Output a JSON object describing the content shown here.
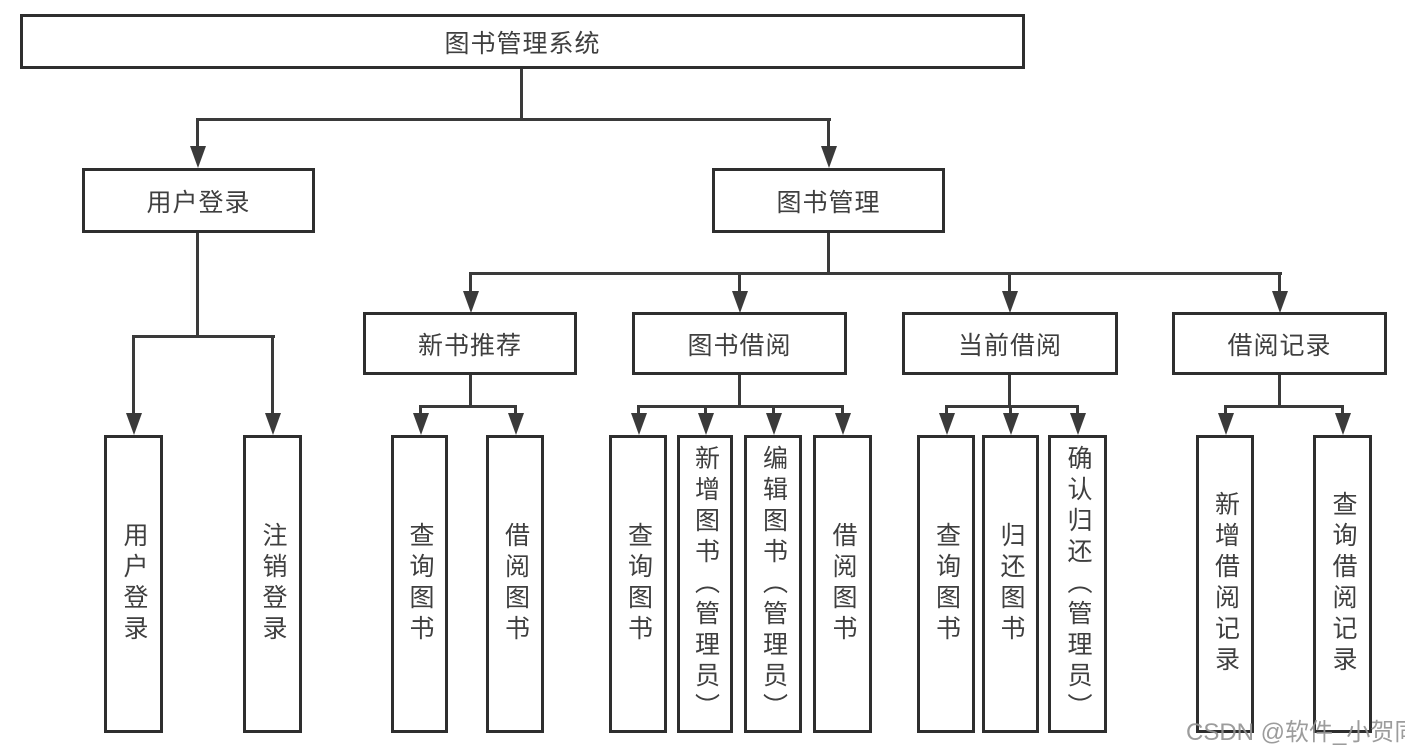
{
  "diagram": {
    "title": "图书管理系统",
    "root": {
      "label": "图书管理系统"
    },
    "branches": [
      {
        "label": "用户登录",
        "children": [
          {
            "label": "用户登录"
          },
          {
            "label": "注销登录"
          }
        ]
      },
      {
        "label": "图书管理",
        "children": [
          {
            "label": "新书推荐",
            "children": [
              {
                "label": "查询图书"
              },
              {
                "label": "借阅图书"
              }
            ]
          },
          {
            "label": "图书借阅",
            "children": [
              {
                "label": "查询图书"
              },
              {
                "label": "新增图书（管理员）"
              },
              {
                "label": "编辑图书（管理员）"
              },
              {
                "label": "借阅图书"
              }
            ]
          },
          {
            "label": "当前借阅",
            "children": [
              {
                "label": "查询图书"
              },
              {
                "label": "归还图书"
              },
              {
                "label": "确认归还（管理员）"
              }
            ]
          },
          {
            "label": "借阅记录",
            "children": [
              {
                "label": "新增借阅记录"
              },
              {
                "label": "查询借阅记录"
              }
            ]
          }
        ]
      }
    ],
    "watermark": "CSDN @软件_小贺同学",
    "colors": {
      "line": "#3a3a3a",
      "border": "#2e2e2e",
      "text": "#3f3f3f",
      "background": "#ffffff",
      "watermark": "#949494"
    }
  }
}
